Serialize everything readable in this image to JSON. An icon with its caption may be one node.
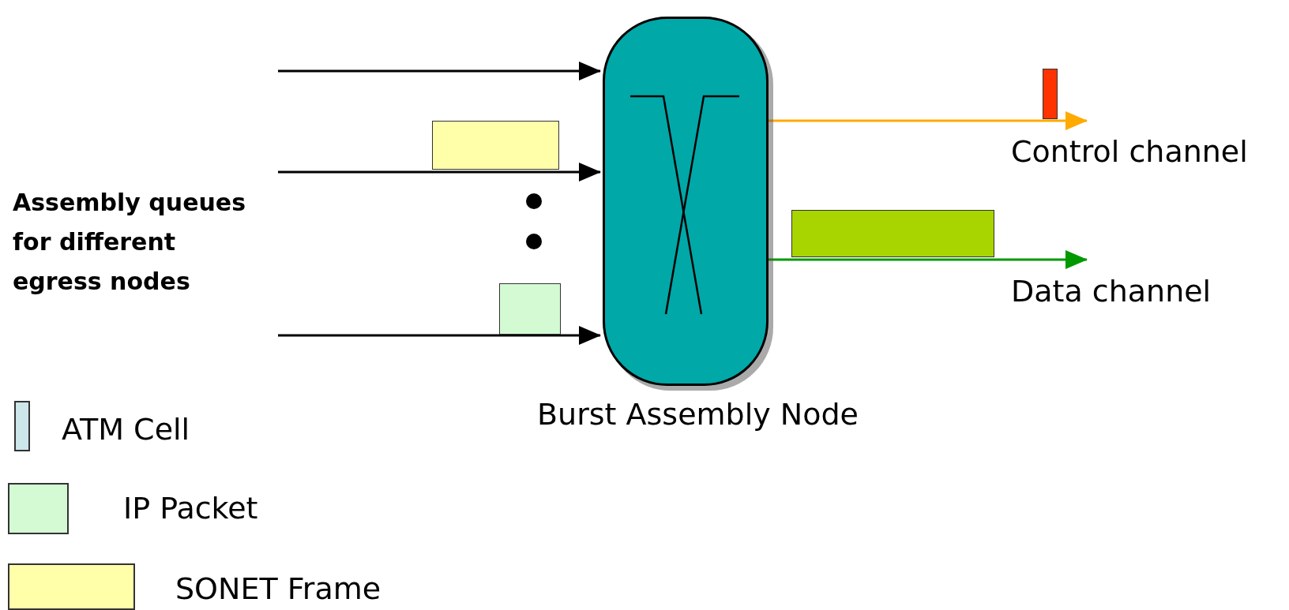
{
  "diagram": {
    "nodes": [
      {
        "text": [
          "Burst Assembly Node"
        ]
      },
      {
        "text": [
          "Control channel"
        ]
      },
      {
        "text": [
          "Data channel"
        ]
      },
      {
        "text": [],
        "shape": "box"
      },
      {
        "text": [],
        "shape": "box"
      },
      {
        "text": [],
        "shape": "box"
      },
      {
        "text": [],
        "shape": "box"
      }
    ],
    "edges": [
      {
        "from": null,
        "to": 0,
        "arrow": "to"
      },
      {
        "from": null,
        "to": 0,
        "arrow": "to"
      },
      {
        "from": null,
        "to": 0,
        "arrow": "to"
      },
      {
        "from": 0,
        "to": 1,
        "arrow": "to",
        "color": "#ffaa00"
      },
      {
        "from": 0,
        "to": 2,
        "arrow": "to",
        "color": "#009900"
      }
    ],
    "labels": [
      "Assembly queues for different egress nodes"
    ],
    "legend": [
      {
        "text": "ATM Cell",
        "color": "#cce6ea"
      },
      {
        "text": "IP Packet",
        "color": "#d4fad4"
      },
      {
        "text": "SONET Frame",
        "color": "#ffffaa"
      }
    ]
  }
}
